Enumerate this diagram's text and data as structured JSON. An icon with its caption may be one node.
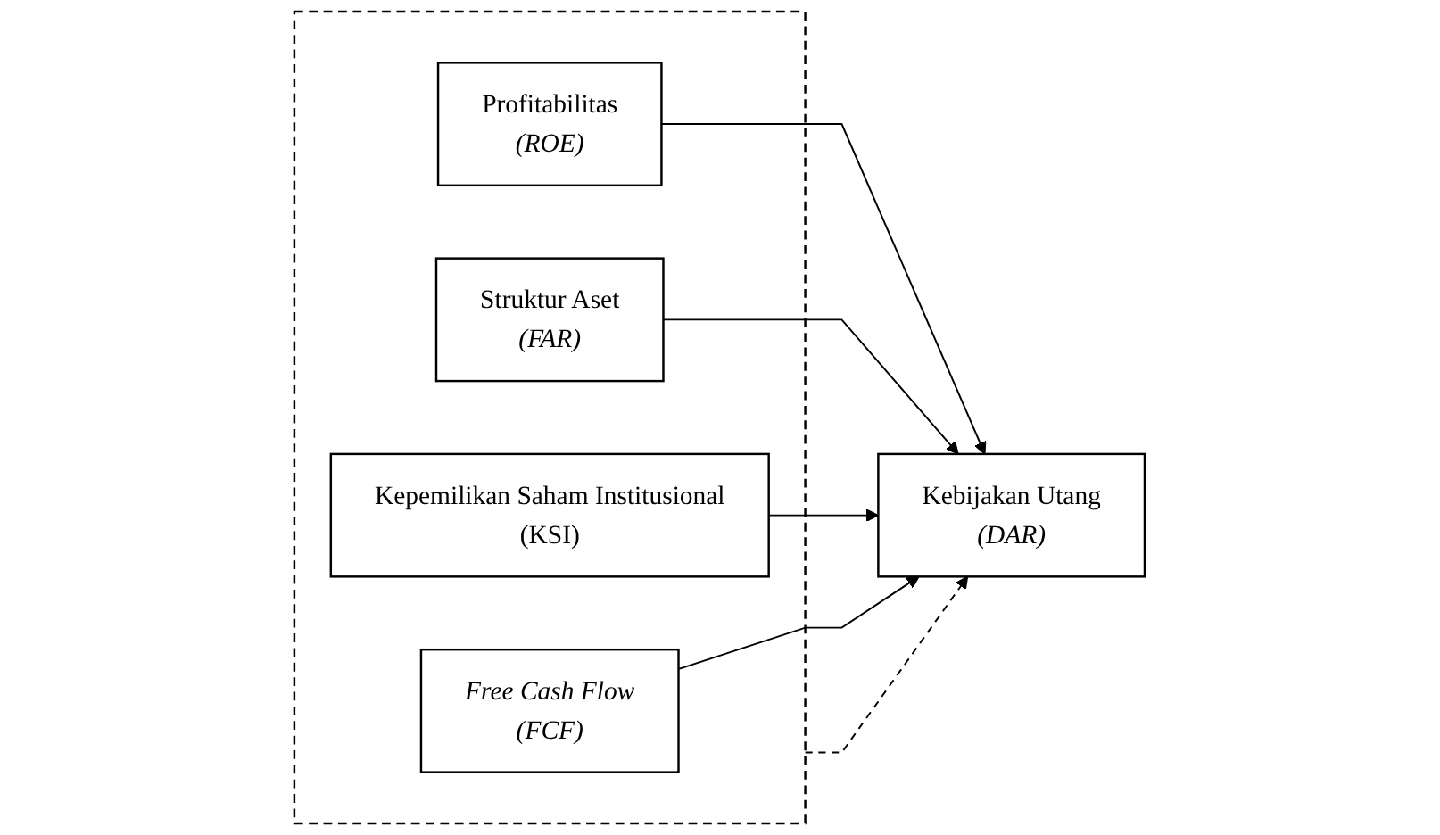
{
  "diagram": {
    "nodes": [
      {
        "text": [],
        "shape": "box"
      },
      {
        "text": [
          "Profitabilitas",
          "(ROE)"
        ],
        "in": 0
      },
      {
        "text": [
          "Struktur Aset",
          "(FAR)"
        ],
        "in": 0
      },
      {
        "text": [
          "Kepemilikan Saham Institusional",
          "(KSI)"
        ],
        "in": 0
      },
      {
        "text": [
          "Free Cash Flow",
          "(FCF)"
        ],
        "in": 0
      },
      {
        "text": [
          "Kebijakan Utang",
          "(DAR)"
        ]
      }
    ],
    "edges": [
      {
        "from": 1,
        "to": 5,
        "arrow": "to"
      },
      {
        "from": 2,
        "to": 5,
        "arrow": "to"
      },
      {
        "from": 3,
        "to": 5,
        "arrow": "to"
      },
      {
        "from": 4,
        "to": 5,
        "arrow": "to"
      },
      {
        "from": 0,
        "to": 5,
        "arrow": "to",
        "style": "dashed"
      }
    ]
  }
}
